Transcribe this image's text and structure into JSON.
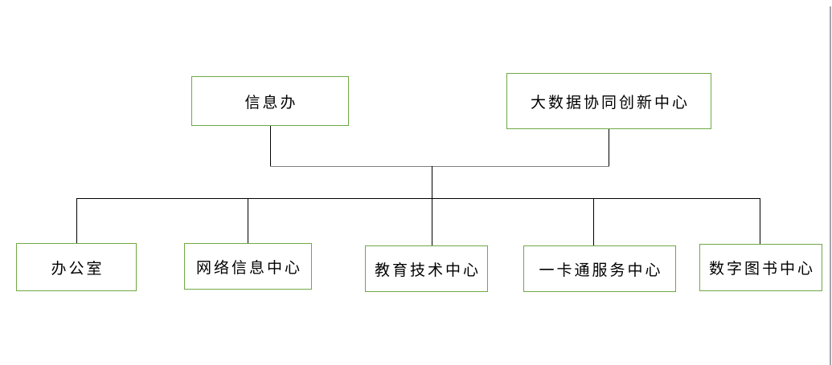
{
  "diagram": {
    "type": "org-chart",
    "colors": {
      "page_bg": "#ffffff",
      "node_border": "#6fa845",
      "node_fill": "#ffffff",
      "text": "#000000",
      "connector": "#000000",
      "top_connector": "#7f7f7f",
      "right_edge_line": "#a3a3ab"
    },
    "top_nodes": [
      {
        "label": "信息办"
      },
      {
        "label": "大数据协同创新中心"
      }
    ],
    "bottom_nodes": [
      {
        "label": "办公室"
      },
      {
        "label": "网络信息中心"
      },
      {
        "label": "教育技术中心"
      },
      {
        "label": "一卡通服务中心"
      },
      {
        "label": "数字图书中心"
      }
    ]
  }
}
